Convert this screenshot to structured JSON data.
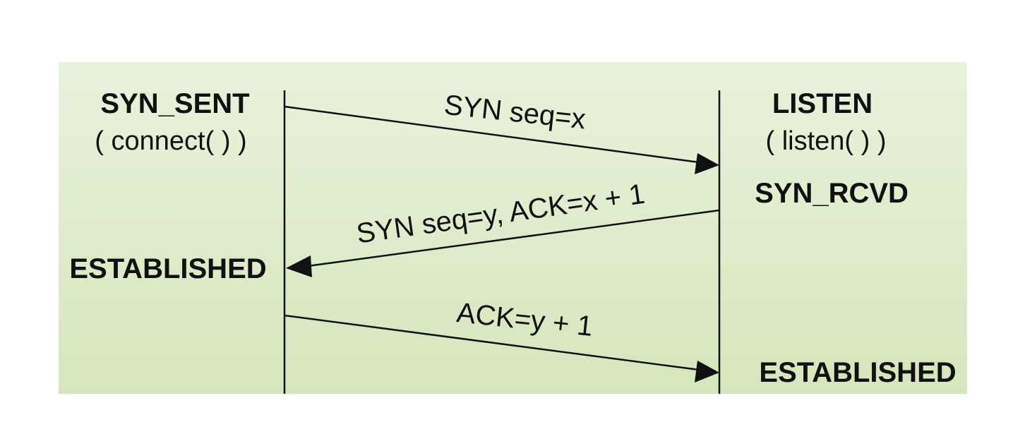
{
  "client": {
    "state_initial": "SYN_SENT",
    "call": "( connect( ) )",
    "state_final": "ESTABLISHED"
  },
  "server": {
    "state_initial": "LISTEN",
    "call": "( listen( ) )",
    "state_mid": "SYN_RCVD",
    "state_final": "ESTABLISHED"
  },
  "messages": [
    {
      "label": "SYN seq=x",
      "direction": "client-to-server"
    },
    {
      "label": "SYN seq=y, ACK=x + 1",
      "direction": "server-to-client"
    },
    {
      "label": "ACK=y + 1",
      "direction": "client-to-server"
    }
  ],
  "colors": {
    "background_top": "#e9f2dc",
    "background_bottom": "#d5e6bc",
    "ink": "#111111"
  }
}
